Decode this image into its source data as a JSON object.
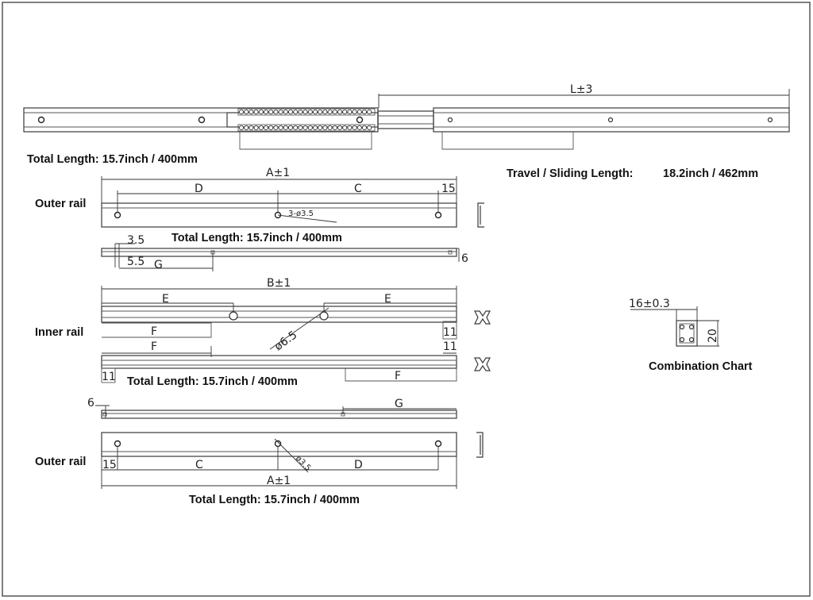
{
  "assembly": {
    "total_length": "Total Length: 15.7inch / 400mm",
    "travel_label": "Travel / Sliding Length:",
    "travel_value": "18.2inch / 462mm",
    "dim_L": "L±3"
  },
  "outer_rail_top": {
    "label": "Outer rail",
    "dim_A": "A±1",
    "dim_D": "D",
    "dim_C": "C",
    "dim_15": "15",
    "dim_hole": "3-ø3.5",
    "total_length": "Total Length: 15.7inch / 400mm"
  },
  "profile_top": {
    "dim_35": "3.5",
    "dim_55": "5.5",
    "dim_G": "G",
    "dim_6": "6"
  },
  "inner_rail": {
    "label": "Inner rail",
    "dim_B": "B±1",
    "dim_E_left": "E",
    "dim_E_right": "E",
    "dim_F_1": "F",
    "dim_F_2": "F",
    "dim_F_3": "F",
    "dim_hole": "ø6.5",
    "dim_11_a": "11",
    "dim_11_b": "11",
    "dim_11_c": "11",
    "total_length": "Total Length: 15.7inch / 400mm"
  },
  "profile_bottom": {
    "dim_6": "6",
    "dim_G": "G"
  },
  "outer_rail_bottom": {
    "label": "Outer rail",
    "dim_15": "15",
    "dim_C": "C",
    "dim_D": "D",
    "dim_A": "A±1",
    "dim_hole": "ø3.5",
    "total_length": "Total Length: 15.7inch / 400mm"
  },
  "combination": {
    "label": "Combination Chart",
    "dim_width": "16±0.3",
    "dim_height": "20"
  }
}
